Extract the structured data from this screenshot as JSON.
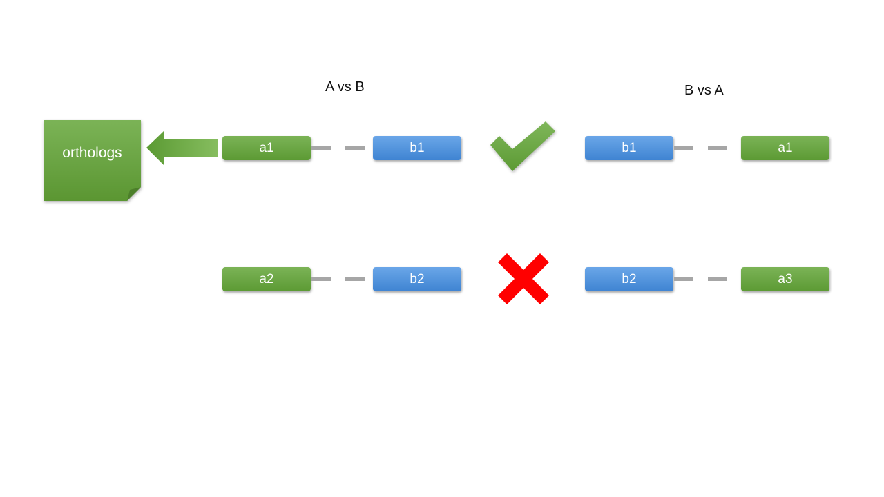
{
  "headings": {
    "left": "A vs B",
    "right": "B vs A"
  },
  "result": {
    "label": "orthologs"
  },
  "rows": [
    {
      "a_vs_b": {
        "left": "a1",
        "right": "b1"
      },
      "b_vs_a": {
        "left": "b1",
        "right": "a1"
      },
      "status": "check-icon"
    },
    {
      "a_vs_b": {
        "left": "a2",
        "right": "b2"
      },
      "status": "cross-icon",
      "b_vs_a": {
        "left": "b2",
        "right": "a3"
      }
    }
  ],
  "colors": {
    "green": "#70ad47",
    "blue": "#5b9bd5",
    "dash": "#a6a6a6",
    "cross": "#ff0000"
  }
}
